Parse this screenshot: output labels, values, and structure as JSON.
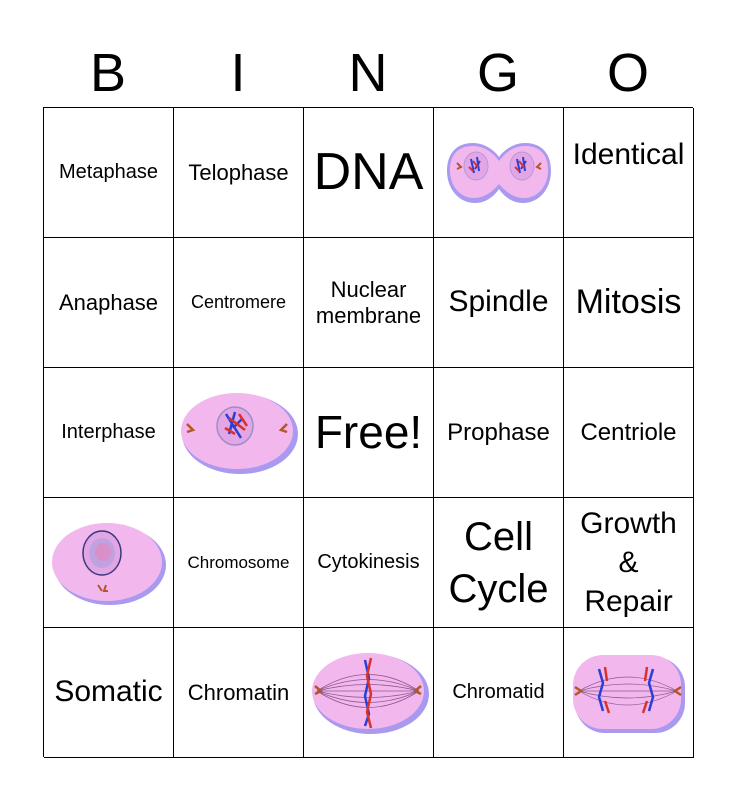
{
  "header": {
    "letters": [
      "B",
      "I",
      "N",
      "G",
      "O"
    ]
  },
  "cells": {
    "r1c1": "Metaphase",
    "r1c2": "Telophase",
    "r1c3": "DNA",
    "r1c5": "Identical",
    "r2c1": "Anaphase",
    "r2c2": "Centromere",
    "r2c3": "Nuclear membrane",
    "r2c4": "Spindle",
    "r2c5": "Mitosis",
    "r3c1": "Interphase",
    "r3c3": "Free!",
    "r3c4": "Prophase",
    "r3c5": "Centriole",
    "r4c2": "Chromosome",
    "r4c3": "Cytokinesis",
    "r4c4": "Cell Cycle",
    "r4c5": "Growth & Repair",
    "r5c1": "Somatic",
    "r5c2": "Chromatin",
    "r5c4": "Chromatid"
  },
  "images": {
    "r1c4": "telophase-cell-icon",
    "r3c2": "prophase-cell-icon",
    "r4c1": "interphase-cell-icon",
    "r5c3": "metaphase-cell-icon",
    "r5c5": "anaphase-cell-icon"
  },
  "colors": {
    "cell_fill": "#f2b8ee",
    "cell_edge": "#a99af0",
    "chromosome_red": "#d8332a",
    "chromosome_blue": "#2a3ed8",
    "centriole": "#b5552a"
  }
}
